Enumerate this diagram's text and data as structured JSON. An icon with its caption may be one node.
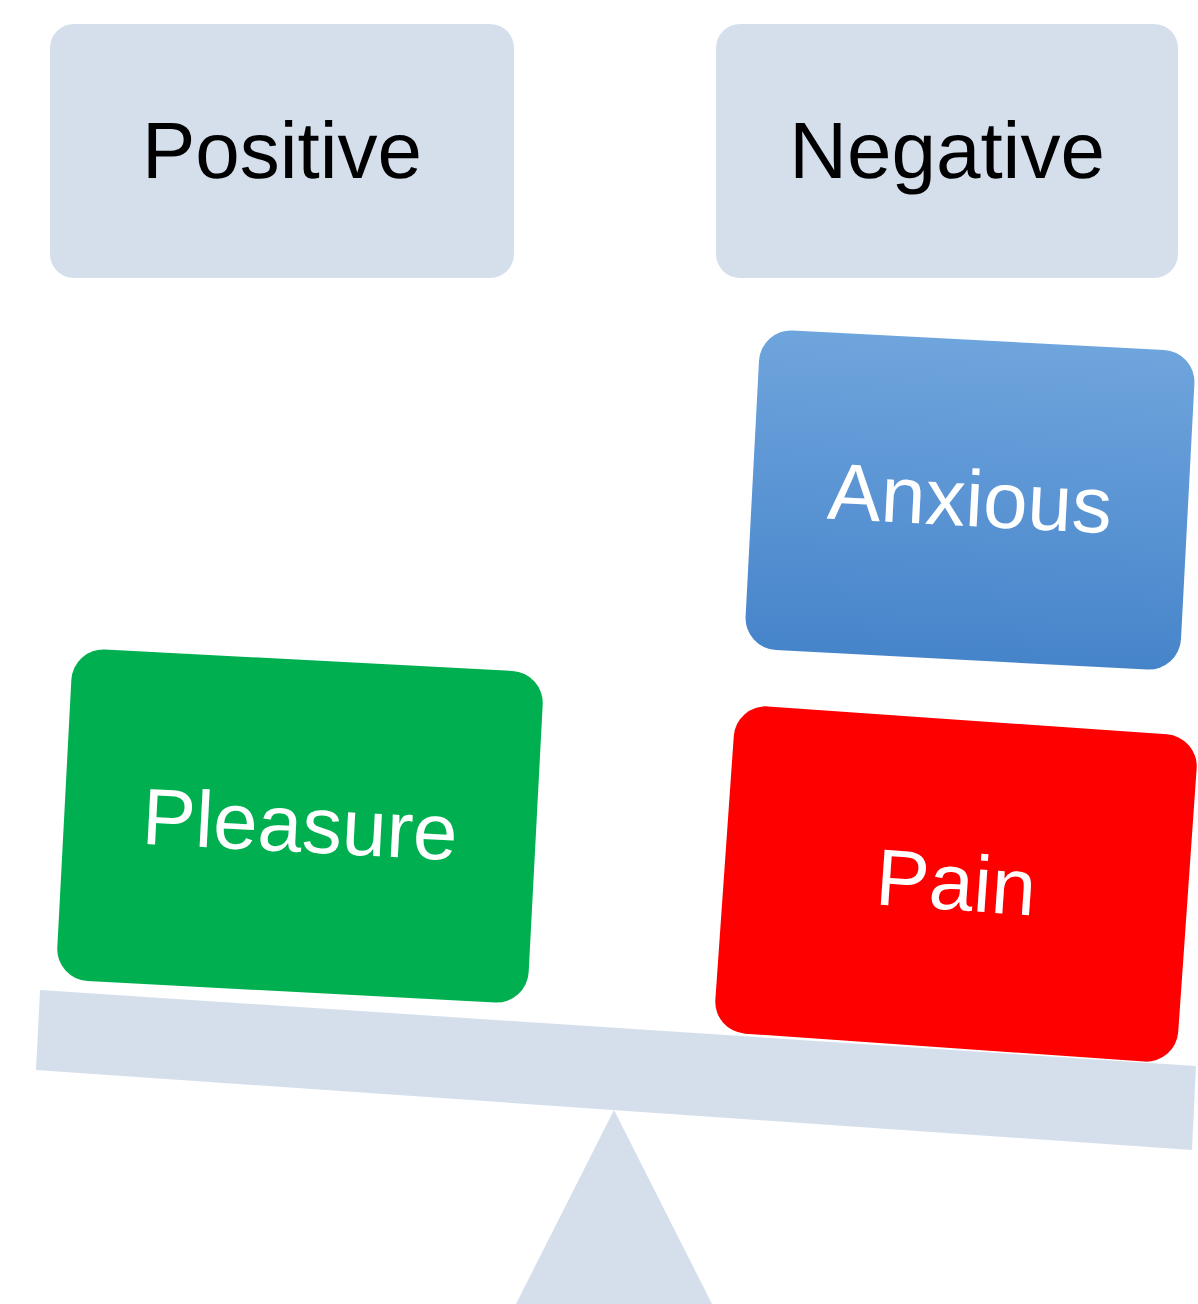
{
  "diagram": {
    "nodes": [
      {
        "text": [
          "Positive"
        ]
      },
      {
        "text": [
          "Negative"
        ]
      },
      {
        "text": [
          "Anxious"
        ]
      },
      {
        "text": [
          "Pleasure"
        ]
      },
      {
        "text": [
          "Pain"
        ]
      }
    ]
  }
}
